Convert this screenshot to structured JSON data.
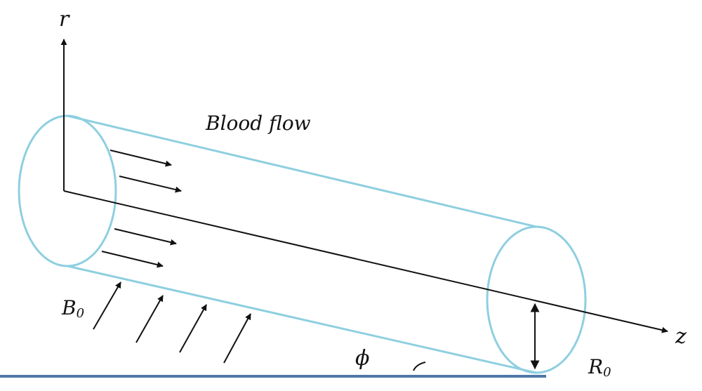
{
  "labels": {
    "r_axis": "r",
    "z_axis": "z",
    "flow": "Blood flow",
    "field_base": "B",
    "field_sub": "0",
    "radius_base": "R",
    "radius_sub": "0",
    "angle": "ϕ"
  },
  "colors": {
    "vessel": "#8ecfe0",
    "ground": "#4e78a8",
    "axis": "#111111",
    "arrows": "#111111"
  }
}
